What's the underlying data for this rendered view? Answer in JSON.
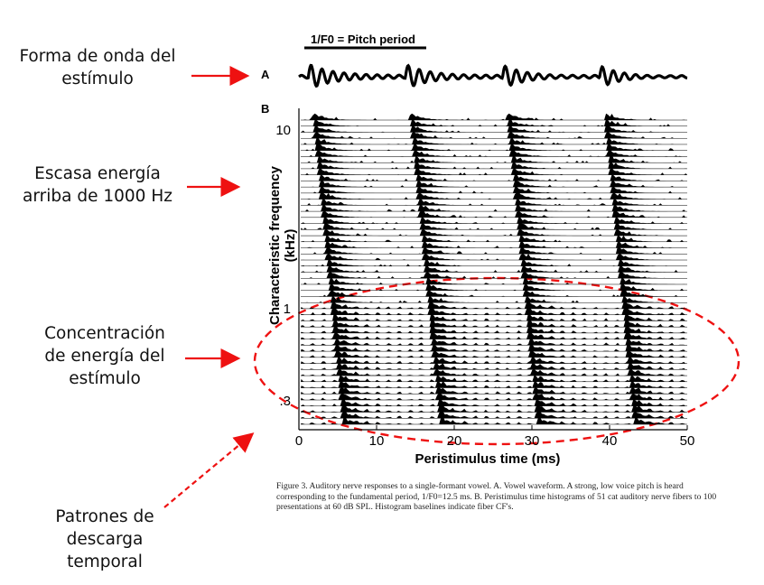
{
  "annotations": {
    "waveform": "Forma de onda del\nestímulo",
    "low_energy": "Escasa energía\narriba de 1000 Hz",
    "concentration": "Concentración\nde energía del\nestímulo",
    "patterns": "Patrones de\ndescarga\ntemporal"
  },
  "figure": {
    "pitch_label": "1/F0 = Pitch period",
    "panel_a": "A",
    "panel_b": "B",
    "caption": "Figure 3. Auditory nerve responses to a single-formant vowel. A. Vowel waveform. A strong, low voice pitch is heard corresponding to the fundamental period, 1/F0=12.5 ms. B. Peristimulus time histograms of 51 cat auditory nerve fibers to 100 presentations at 60 dB SPL. Histogram baselines indicate fiber CF's."
  },
  "colors": {
    "annotation_arrow": "#ee1111",
    "ink": "#000000"
  },
  "chart_data": {
    "type": "line",
    "xlabel": "Peristimulus time (ms)",
    "ylabel": "Characteristic frequency (kHz)",
    "xlim": [
      0,
      50
    ],
    "x_ticks": [
      "0",
      "10",
      "20",
      "30",
      "40",
      "50"
    ],
    "y_ticks": [
      "10",
      "1",
      ".3"
    ],
    "fundamental_period_ms": 12.5,
    "num_fibers": 51
  }
}
